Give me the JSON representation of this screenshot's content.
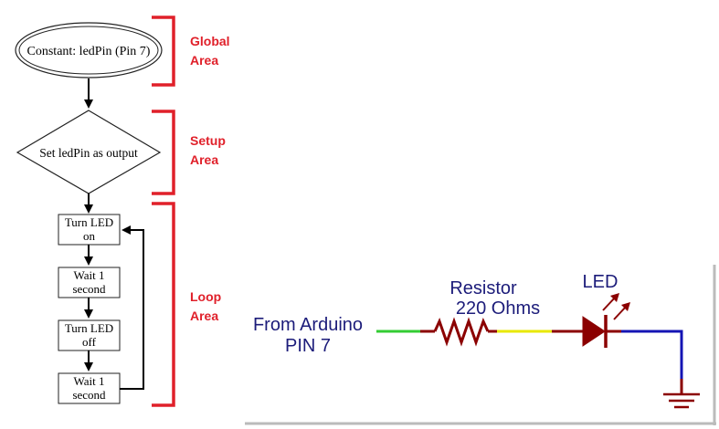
{
  "flowchart": {
    "constant_node": "Constant: ledPin (Pin 7)",
    "setup_node": "Set ledPin as output",
    "turn_on_line1": "Turn LED",
    "turn_on_line2": "on",
    "wait1_line1": "Wait 1",
    "wait1_line2": "second",
    "turn_off_line1": "Turn LED",
    "turn_off_line2": "off",
    "wait2_line1": "Wait 1",
    "wait2_line2": "second"
  },
  "areas": {
    "global_line1": "Global",
    "global_line2": "Area",
    "setup_line1": "Setup",
    "setup_line2": "Area",
    "loop_line1": "Loop",
    "loop_line2": "Area"
  },
  "circuit": {
    "source_line1": "From Arduino",
    "source_line2": "PIN 7",
    "resistor_line1": "Resistor",
    "resistor_line2": "220 Ohms",
    "led_label": "LED"
  },
  "colors": {
    "bracket": "#e0202a",
    "area_text": "#e0202a",
    "circuit_text": "#1c1c7a",
    "wire_green": "#33cc33",
    "wire_yellow": "#e8e800",
    "wire_blue": "#1414b4",
    "component": "#8b0000"
  }
}
